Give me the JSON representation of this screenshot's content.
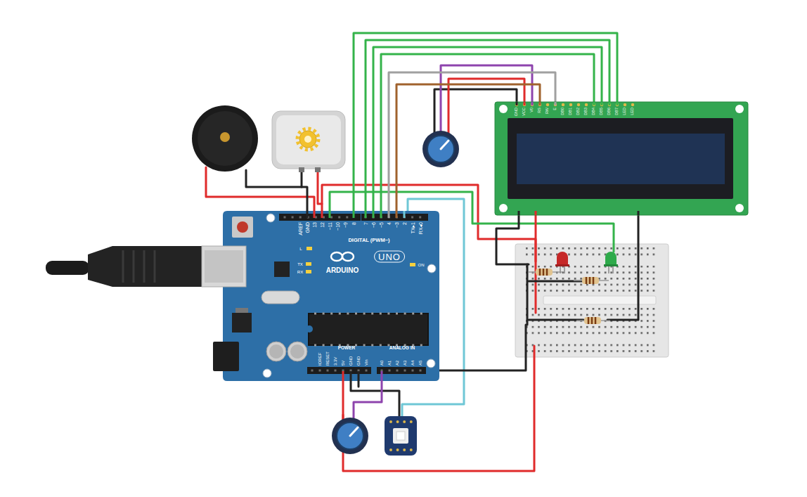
{
  "diagram": {
    "nodes": [
      {
        "text": [
          "AREF",
          "GND",
          "13",
          "12",
          "~11",
          "~10",
          "~9",
          "8",
          "7",
          "~6",
          "~5",
          "4",
          "~3",
          "2",
          "TX▸1",
          "RX◂0",
          "DIGITAL (PWM~)",
          "L",
          "TX",
          "RX",
          "ARDUINO",
          "UNO",
          "ON",
          "IOREF",
          "RESET",
          "3.3V",
          "5V",
          "GND",
          "GND",
          "Vin",
          "POWER",
          "ANALOG IN",
          "A0",
          "A1",
          "A2",
          "A3",
          "A4",
          "A5"
        ]
      },
      {
        "text": [
          "GND",
          "VCC",
          "V0",
          "RS",
          "RW",
          "E",
          "DB0",
          "DB1",
          "DB2",
          "DB3",
          "DB4",
          "DB5",
          "DB6",
          "DB7",
          "LED",
          "LED"
        ]
      }
    ],
    "edges": [
      {
        "from": 0,
        "to": 1,
        "arrow": "none"
      },
      {
        "from": 0,
        "to": 1,
        "arrow": "none"
      },
      {
        "from": 0,
        "to": 1,
        "arrow": "none"
      },
      {
        "from": 0,
        "to": 1,
        "arrow": "none"
      },
      {
        "from": 0,
        "to": 1,
        "arrow": "none"
      },
      {
        "from": 0,
        "to": 1,
        "arrow": "none"
      }
    ]
  }
}
